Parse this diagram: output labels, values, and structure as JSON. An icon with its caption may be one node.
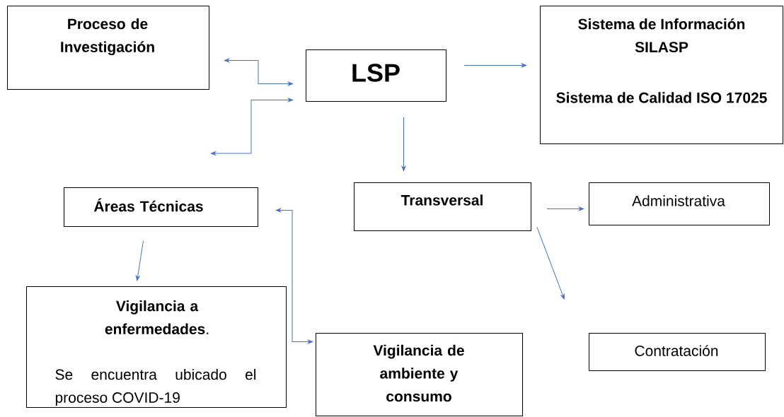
{
  "diagram": {
    "nodes": [
      {
        "text": [
          "Proceso de Investigación"
        ]
      },
      {
        "text": [
          "LSP"
        ]
      },
      {
        "text": [
          "Sistema de Información SILASP",
          "Sistema de Calidad ISO 17025"
        ]
      },
      {
        "text": [
          "Transversal"
        ]
      },
      {
        "text": [
          "Administrativa"
        ]
      },
      {
        "text": [
          "Contratación"
        ]
      },
      {
        "text": [
          "Áreas Técnicas"
        ]
      },
      {
        "text": [
          "**Vigilancia a enfermedades**.",
          "Se encuentra ubicado el proceso COVID-19"
        ]
      },
      {
        "text": [
          "Vigilancia de ambiente y consumo"
        ]
      }
    ],
    "edges": [
      {
        "from": 0,
        "to": 1,
        "arrow": "both"
      },
      {
        "from": null,
        "to": 1,
        "arrow": "both"
      },
      {
        "from": 1,
        "to": 2,
        "arrow": "to"
      },
      {
        "from": 1,
        "to": 3,
        "arrow": "to"
      },
      {
        "from": 3,
        "to": 4,
        "arrow": "to"
      },
      {
        "from": 3,
        "to": 5,
        "arrow": "to"
      },
      {
        "from": 6,
        "to": 7,
        "arrow": "to"
      },
      {
        "from": 6,
        "to": 8,
        "arrow": "both"
      }
    ]
  }
}
